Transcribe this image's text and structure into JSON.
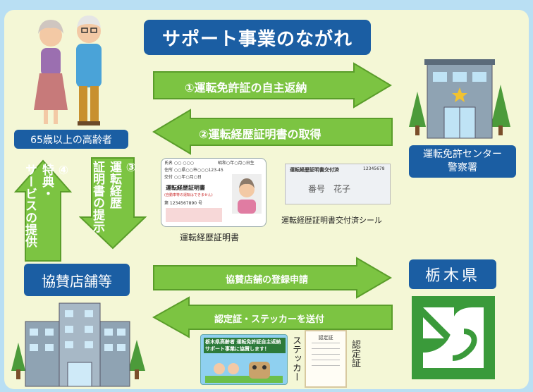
{
  "title": "サポート事業のながれ",
  "actors": {
    "elderly": "65歳以上の高齢者",
    "license_center": "運転免許センター\n警察署",
    "stores": "協賛店舗等",
    "prefecture": "栃木県"
  },
  "arrows": {
    "step1": "①運転免許証の自主返納",
    "step2": "②運転経歴証明書の取得",
    "step3": "③\n運転経歴\n証明書の提示",
    "step4": "④\n特典・\nサービスの提供",
    "registration": "協賛店舗の登録申請",
    "send": "認定証・ステッカーを送付"
  },
  "certificate": {
    "caption": "運転経歴証明書",
    "card_title": "運転経歴証明書",
    "card_note": "(自動車等の運転はできません)",
    "fields": [
      "氏名 ○○ ○○○",
      "昭和○年○月○日生",
      "住所 ○○県○○市○○○123-45",
      "交付 ○○年○月○日",
      "第 1234567890 号"
    ]
  },
  "sticker_seal": {
    "caption": "運転経歴証明書交付済シール",
    "header": "運転経歴証明書交付済",
    "number": "12345678",
    "stamp": "番号　花子"
  },
  "sticker": {
    "label": "ステッカー",
    "text": "栃木県高齢者 運転免許証自主返納サポート事業に協賛します！"
  },
  "certification": {
    "label": "認定証",
    "doc_title": "認定証"
  },
  "colors": {
    "arrow_green": "#7cc442",
    "arrow_border": "#5a9d2a",
    "blue": "#1b5ea3",
    "background": "#b9dff3",
    "panel": "#f4f7d6",
    "prefecture_green": "#3a9a3a"
  }
}
